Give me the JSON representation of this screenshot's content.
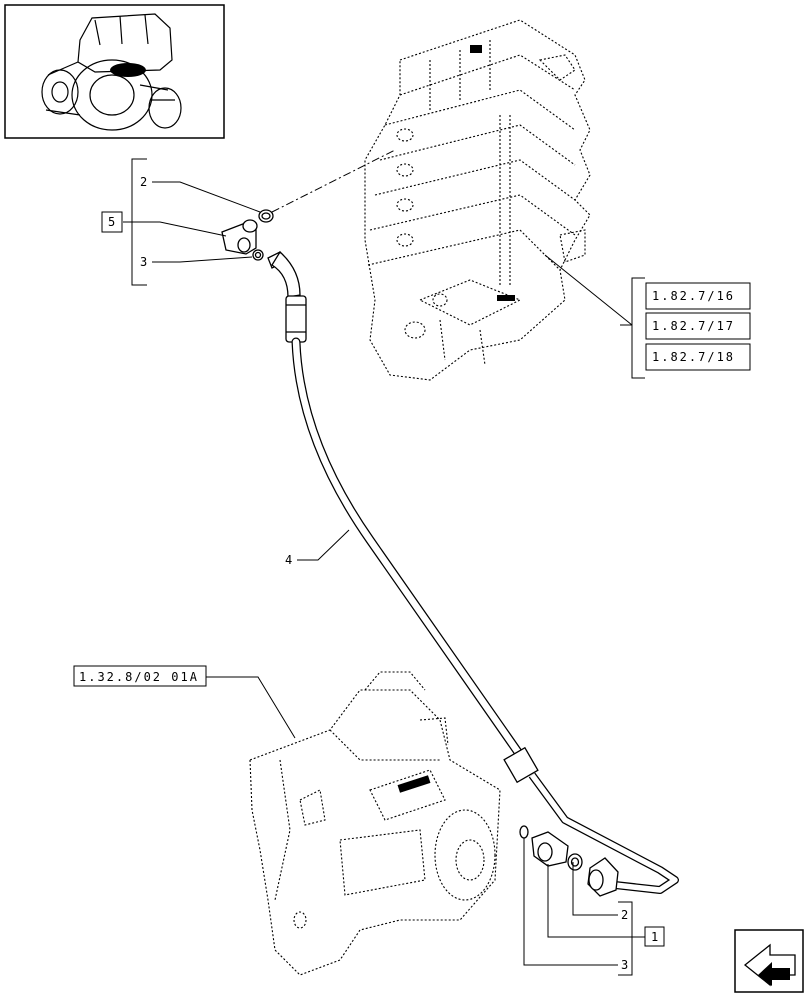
{
  "callouts": {
    "part_2_top": "2",
    "part_5": "5",
    "part_3_top": "3",
    "part_4": "4",
    "part_2_bottom": "2",
    "part_1": "1",
    "part_3_bottom": "3"
  },
  "references": {
    "valve_ref_1": "1.82.7/16",
    "valve_ref_2": "1.82.7/17",
    "valve_ref_3": "1.82.7/18",
    "pump_ref": "1.32.8/02 01A"
  },
  "icons": {
    "thumbnail": "tractor-thumbnail-icon",
    "nav": "next-page-arrow-icon"
  }
}
